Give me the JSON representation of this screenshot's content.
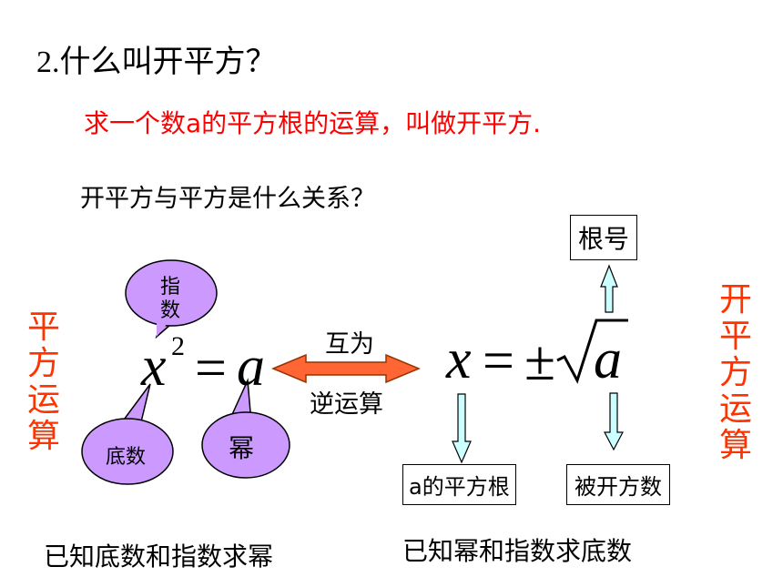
{
  "heading": "2.什么叫开平方？",
  "definition": "求一个数a的平方根的运算，叫做开平方.",
  "question": "开平方与平方是什么关系？",
  "left_vertical_label": "平方运算",
  "right_vertical_label": "开平方运算",
  "left_equation": {
    "base": "x",
    "exponent": "2",
    "equals": "=",
    "power": "a"
  },
  "right_equation": {
    "var": "x",
    "equals": "=",
    "plus_minus": "±",
    "radicand": "a"
  },
  "bubbles": {
    "exponent": "指数",
    "base": "底数",
    "power": "幂"
  },
  "arrow_label": {
    "top": "互为",
    "bottom": "逆运算"
  },
  "boxes": {
    "radical_sign": "根号",
    "square_root_of_a": "a的平方根",
    "radicand": "被开方数"
  },
  "bottom_left": "已知底数和指数求幂",
  "bottom_right": "已知幂和指数求底数",
  "colors": {
    "accent_red": "#ff0000",
    "accent_orange": "#ff3300",
    "bubble_fill": "#cc99ff",
    "arrow_fill": "#ff6633",
    "down_arrow_fill": "#ccffff"
  }
}
